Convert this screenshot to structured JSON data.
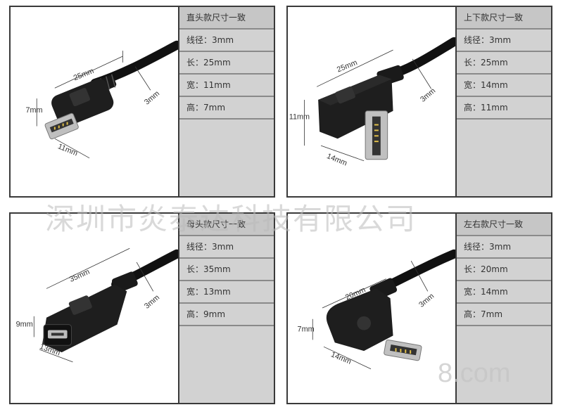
{
  "watermark": "深圳市炎泰达科技有限公司",
  "watermark_url": "8.com",
  "panels": [
    {
      "title": "直头款尺寸一致",
      "specs": [
        "线径：3mm",
        "长：25mm",
        "宽：11mm",
        "高：7mm"
      ],
      "dims": {
        "length": "25mm",
        "wire": "3mm",
        "height": "7mm",
        "width": "11mm"
      }
    },
    {
      "title": "上下款尺寸一致",
      "specs": [
        "线径：3mm",
        "长：25mm",
        "宽：14mm",
        "高：11mm"
      ],
      "dims": {
        "length": "25mm",
        "wire": "3mm",
        "height": "11mm",
        "width": "14mm"
      }
    },
    {
      "title": "母头款尺寸一致",
      "specs": [
        "线径：3mm",
        "长：35mm",
        "宽：13mm",
        "高：9mm"
      ],
      "dims": {
        "length": "35mm",
        "wire": "3mm",
        "height": "9mm",
        "width": "13mm"
      }
    },
    {
      "title": "左右款尺寸一致",
      "specs": [
        "线径：3mm",
        "长：20mm",
        "宽：14mm",
        "高：7mm"
      ],
      "dims": {
        "length": "20mm",
        "wire": "3mm",
        "height": "7mm",
        "width": "14mm"
      }
    }
  ]
}
